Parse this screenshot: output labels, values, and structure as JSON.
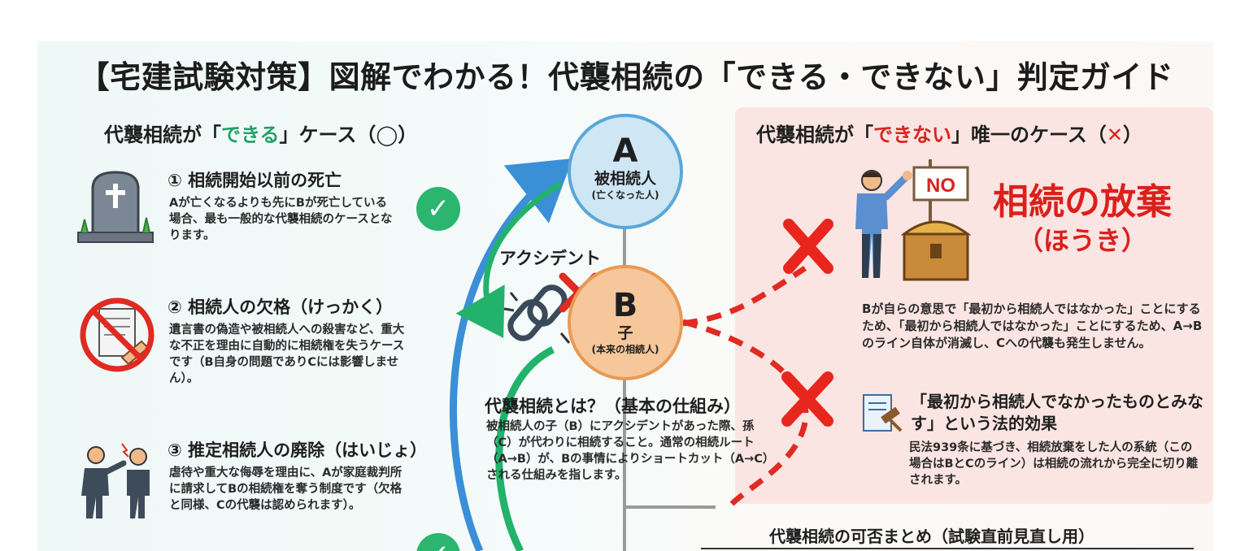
{
  "title": "【宅建試験対策】図解でわかる！代襲相続の「できる・できない」判定ガイド",
  "left_section": {
    "head_pre": "代襲相続が「",
    "head_hl": "できる",
    "head_post": "」ケース（◯）",
    "cases": [
      {
        "title": "① 相続開始以前の死亡",
        "body": "Aが亡くなるよりも先にBが死亡している場合、最も一般的な代襲相続のケースとなります。",
        "icon": "gravestone-icon"
      },
      {
        "title": "② 相続人の欠格（けっかく）",
        "body": "遺言書の偽造や被相続人への殺害など、重大な不正を理由に自動的に相続権を失うケースです（B自身の問題でありCには影響しません）。",
        "icon": "forbidden-document-icon"
      },
      {
        "title": "③ 推定相続人の廃除（はいじょ）",
        "body": "虐待や重大な侮辱を理由に、Aが家庭裁判所に請求してBの相続権を奪う制度です（欠格と同様、Cの代襲は認められます）。",
        "icon": "people-conflict-icon"
      }
    ],
    "check_glyph": "✓"
  },
  "center": {
    "a": {
      "letter": "A",
      "label": "被相続人",
      "sub": "(亡くなった人)"
    },
    "b": {
      "letter": "B",
      "label": "子",
      "sub": "(本来の相続人)"
    },
    "accident": "アクシデント",
    "mech_title": "代襲相続とは？（基本の仕組み）",
    "mech_body": "被相続人の子（B）にアクシデントがあった際、孫（C）が代わりに相続すること。通常の相続ルート（A→B）が、Bの事情によりショートカット（A→C）される仕組みを指します。"
  },
  "right_section": {
    "head_pre": "代襲相続が「",
    "head_hl": "できない",
    "head_post": "」唯一のケース（",
    "head_mark": "✕",
    "head_end": "）",
    "sign": "NO",
    "big_l1": "相続の放棄",
    "big_l2": "（ほうき）",
    "body": "Bが自らの意思で「最初から相続人ではなかった」ことにするため、「最初から相続人ではなかった」ことにするため、A→Bのライン自体が消滅し、Cへの代襲も発生しません。",
    "legal_title": "「最初から相続人でなかったものとみなす」という法的効果",
    "legal_body": "民法939条に基づき、相続放棄をした人の系統（この場合はBとCのライン）は相続の流れから完全に切り離されます。"
  },
  "summary_title": "代襲相続の可否まとめ（試験直前見直し用）",
  "colors": {
    "green": "#23a06a",
    "red": "#d9231e",
    "blue_arrow": "#3a8fd6",
    "circle_a": "#cfe6f5",
    "circle_b": "#f6c79a",
    "right_bg": "#fbe5e2"
  }
}
